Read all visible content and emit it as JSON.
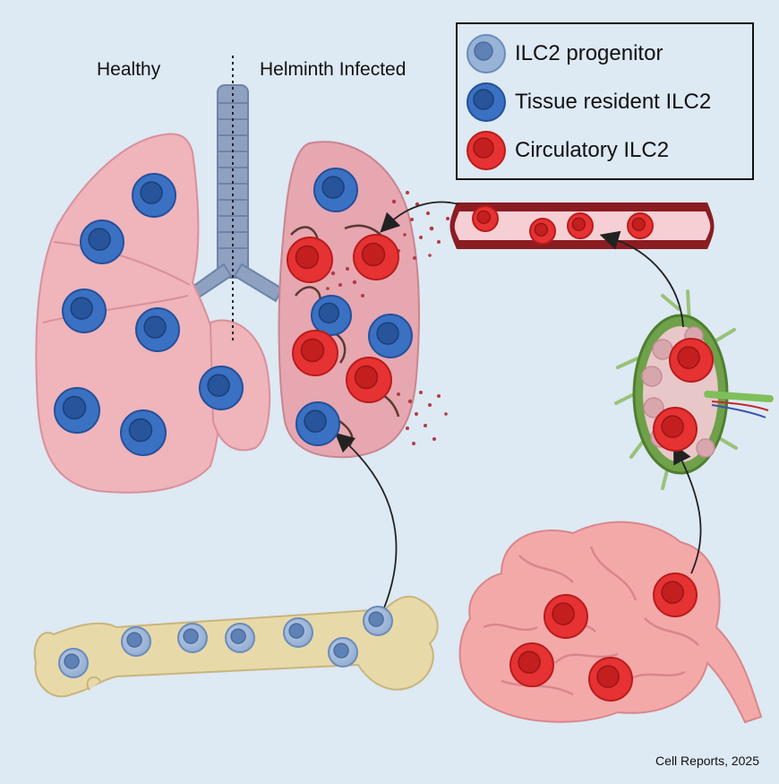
{
  "labels": {
    "healthy": "Healthy",
    "infected": "Helminth Infected",
    "credit": "Cell Reports, 2025"
  },
  "legend": [
    {
      "label": "ILC2 progenitor",
      "icon": "progenitor-cell-icon"
    },
    {
      "label": "Tissue resident ILC2",
      "icon": "tissue-resident-cell-icon"
    },
    {
      "label": "Circulatory ILC2",
      "icon": "circulatory-cell-icon"
    }
  ],
  "colors": {
    "background": "#dde9f3",
    "progenitor": "#97b3d6",
    "tissue_resident": "#3a71c2",
    "circulatory": "#e63232",
    "lung": "#f0b4bb",
    "bone": "#e8d9a8",
    "vessel": "#8b1c22"
  }
}
